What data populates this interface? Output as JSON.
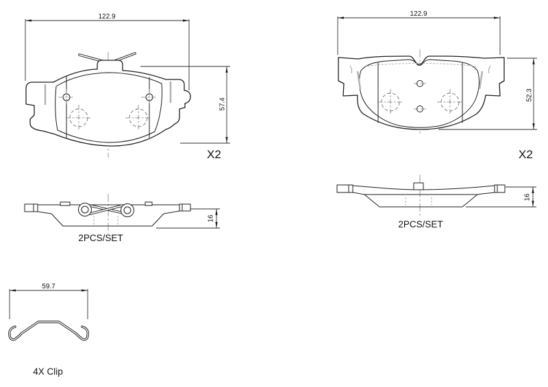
{
  "figure1": {
    "width_dim": "122.9",
    "height_dim": "57.4",
    "quantity_label": "X2"
  },
  "figure2": {
    "width_dim": "122.9",
    "height_dim": "52.3",
    "quantity_label": "X2"
  },
  "figure3": {
    "thickness_dim": "16",
    "pcs_label": "2PCS/SET"
  },
  "figure4": {
    "thickness_dim": "16",
    "pcs_label": "2PCS/SET"
  },
  "figure5": {
    "width_dim": "59.7",
    "clip_label": "4X Clip"
  },
  "colors": {
    "line": "#1c1c1c",
    "centerline": "#909090",
    "background": "#ffffff"
  }
}
